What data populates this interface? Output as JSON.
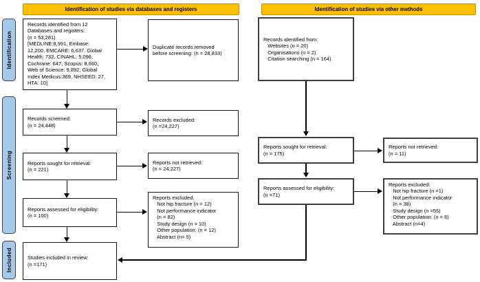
{
  "figure": {
    "headers": {
      "databases": "Identification of studies via databases and registers",
      "other": "Identification of studies via other methods"
    },
    "sidebar": {
      "identification": "Identification",
      "screening": "Screening",
      "included": "Included"
    },
    "colors": {
      "header_bg": "#FFC000",
      "header_border": "#BC9000",
      "sidebar_bg": "#A7C9E9",
      "sidebar_border": "#3F3F3F",
      "box_bg": "#FFFFFF",
      "box_border": "#141414",
      "arrow": "#000000"
    },
    "boxes": {
      "db_identified": "Records identified from 12\nDatabases and registers:\n(n = 53,281)\n[MEDLINE:8,991, Embase:\n12,200, EMCARE: 6,637, Global\nHealth: 732, CINAHL: 5,096,\nCochrane: 647, Scopus: 8,660,\nWeb of Science: 9,892, Global\nIndex Medicus:369, NHSEED: 27,\nHTA: 10]",
      "duplicates_removed": "Duplicate records removed\nbefore screening: (n = 28,833)",
      "records_screened": "Records screened:\n(n = 24,448)",
      "records_excluded": "Records excluded:\n(n =24,227)",
      "reports_sought": "Reports sought for retrieval:\n(n = 221)",
      "reports_not_retrieved": "Reports not retrieved:\n(n = 24,227)",
      "reports_assessed": "Reports assessed for eligibility:\n(n = 100)",
      "reports_excluded": "Reports excluded:\n   Not hip fracture (n = 12)\n   Not performance indicator\n   (n = 82)\n   Study design (n = 10)\n   Other population: (n = 12)\n   Abstract (n= 5)",
      "studies_included": "Studies included in review:\n(n =171)",
      "other_identified": "Records identified from:\n   Websites (n = 20)\n   Organisations (n = 2)\n   Citation searching (n = 164)",
      "other_reports_sought": "Reports sought for retrieval:\n(n = 175)",
      "other_not_retrieved": "Reports not retrieved:\n(n = 11)",
      "other_assessed": "Reports assessed for eligibility:\n(n =71)",
      "other_excluded": "Reports excluded:\n   Not hip fracture (n =1)\n   Not performance indicator\n   (n = 38)\n   Study design (n =55)\n   Other population: (n = 6)\n   Abstract (n=4)"
    }
  }
}
